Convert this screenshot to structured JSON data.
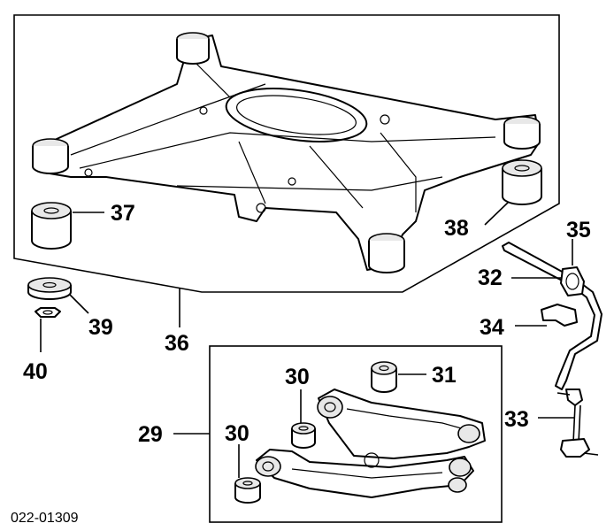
{
  "diagram": {
    "caption": "022-01309",
    "callouts": {
      "c29": "29",
      "c30a": "30",
      "c30b": "30",
      "c31": "31",
      "c32": "32",
      "c33": "33",
      "c34": "34",
      "c35": "35",
      "c36": "36",
      "c37": "37",
      "c38": "38",
      "c39": "39",
      "c40": "40"
    }
  }
}
